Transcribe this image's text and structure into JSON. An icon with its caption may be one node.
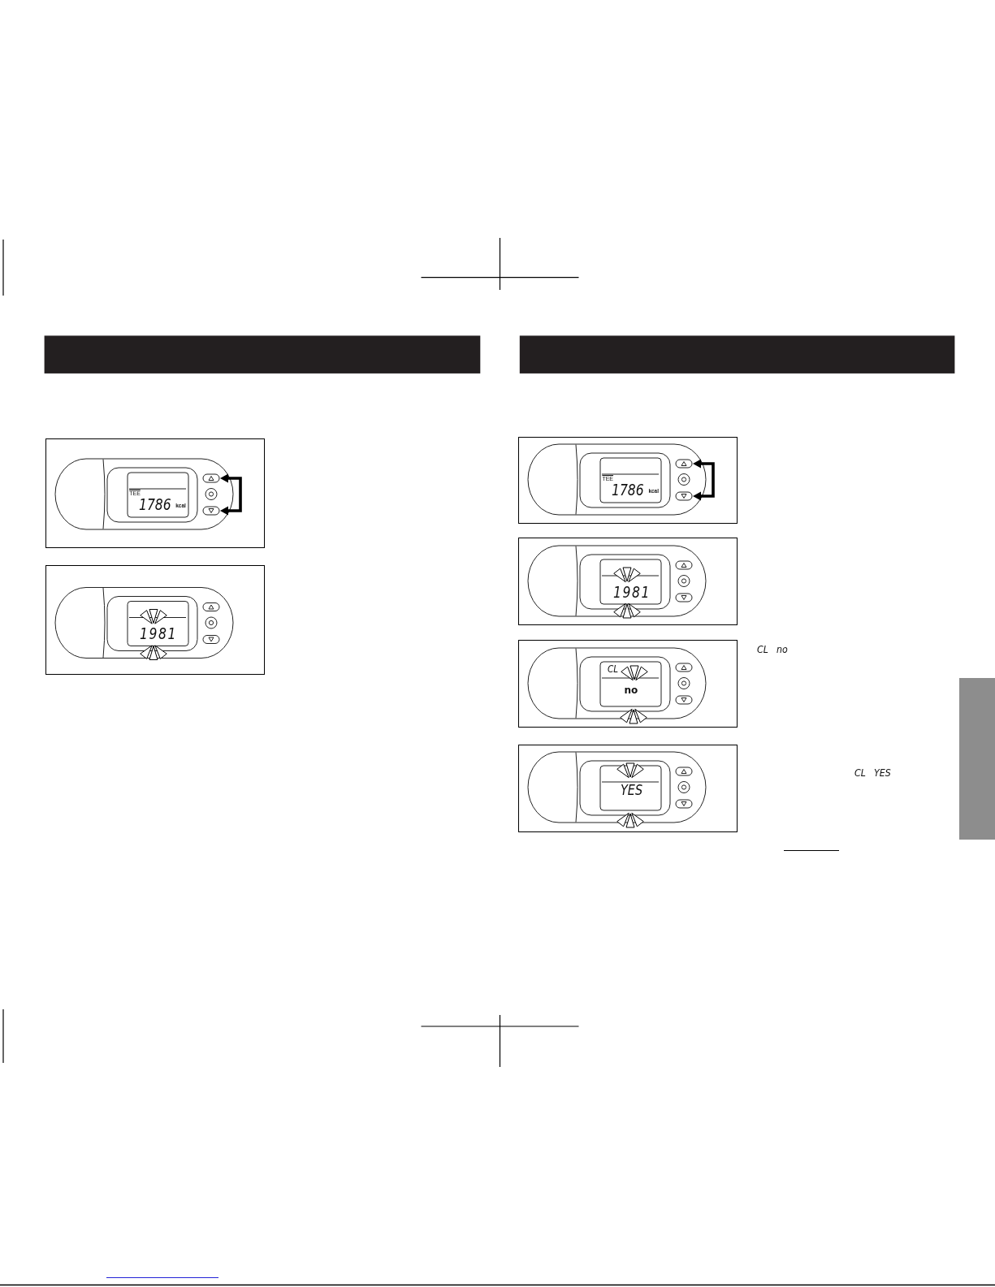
{
  "diagram": {
    "nodes": [
      {
        "text": [],
        "shape": "box"
      }
    ],
    "labels": [
      "TEE",
      "1786",
      "kcal",
      "1981",
      "TEE",
      "1786",
      "kcal",
      "1981",
      "CL",
      "no",
      "CL no",
      "YES",
      "CL YES"
    ]
  }
}
